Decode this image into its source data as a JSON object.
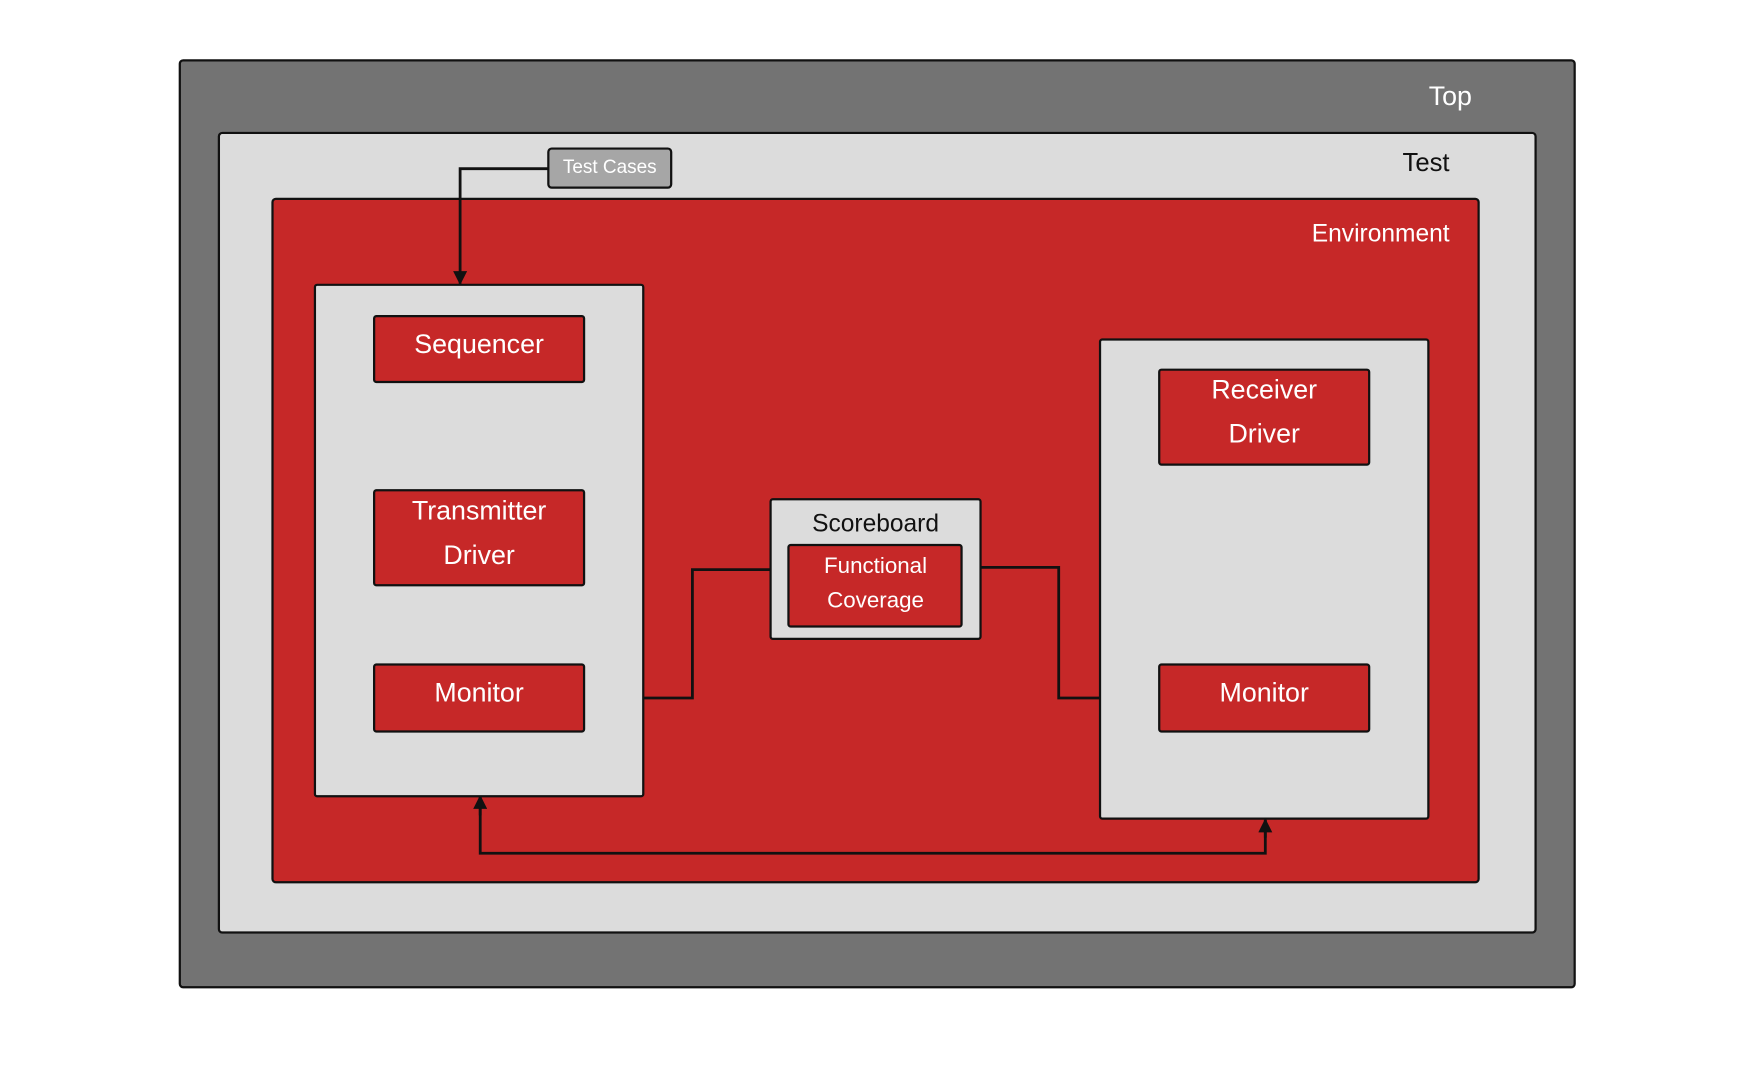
{
  "colors": {
    "top": "#737373",
    "test": "#dcdcdc",
    "environment": "#c62828",
    "agent": "#dcdcdc",
    "component": "#c62828",
    "test_cases": "#a6a6a6"
  },
  "labels": {
    "top": "Top",
    "test": "Test",
    "environment": "Environment",
    "test_cases": "Test Cases",
    "tx_agent": {
      "sequencer": "Sequencer",
      "driver_line1": "Transmitter",
      "driver_line2": "Driver",
      "monitor": "Monitor"
    },
    "rx_agent": {
      "driver_line1": "Receiver",
      "driver_line2": "Driver",
      "monitor": "Monitor"
    },
    "scoreboard": "Scoreboard",
    "coverage_line1": "Functional",
    "coverage_line2": "Coverage"
  }
}
